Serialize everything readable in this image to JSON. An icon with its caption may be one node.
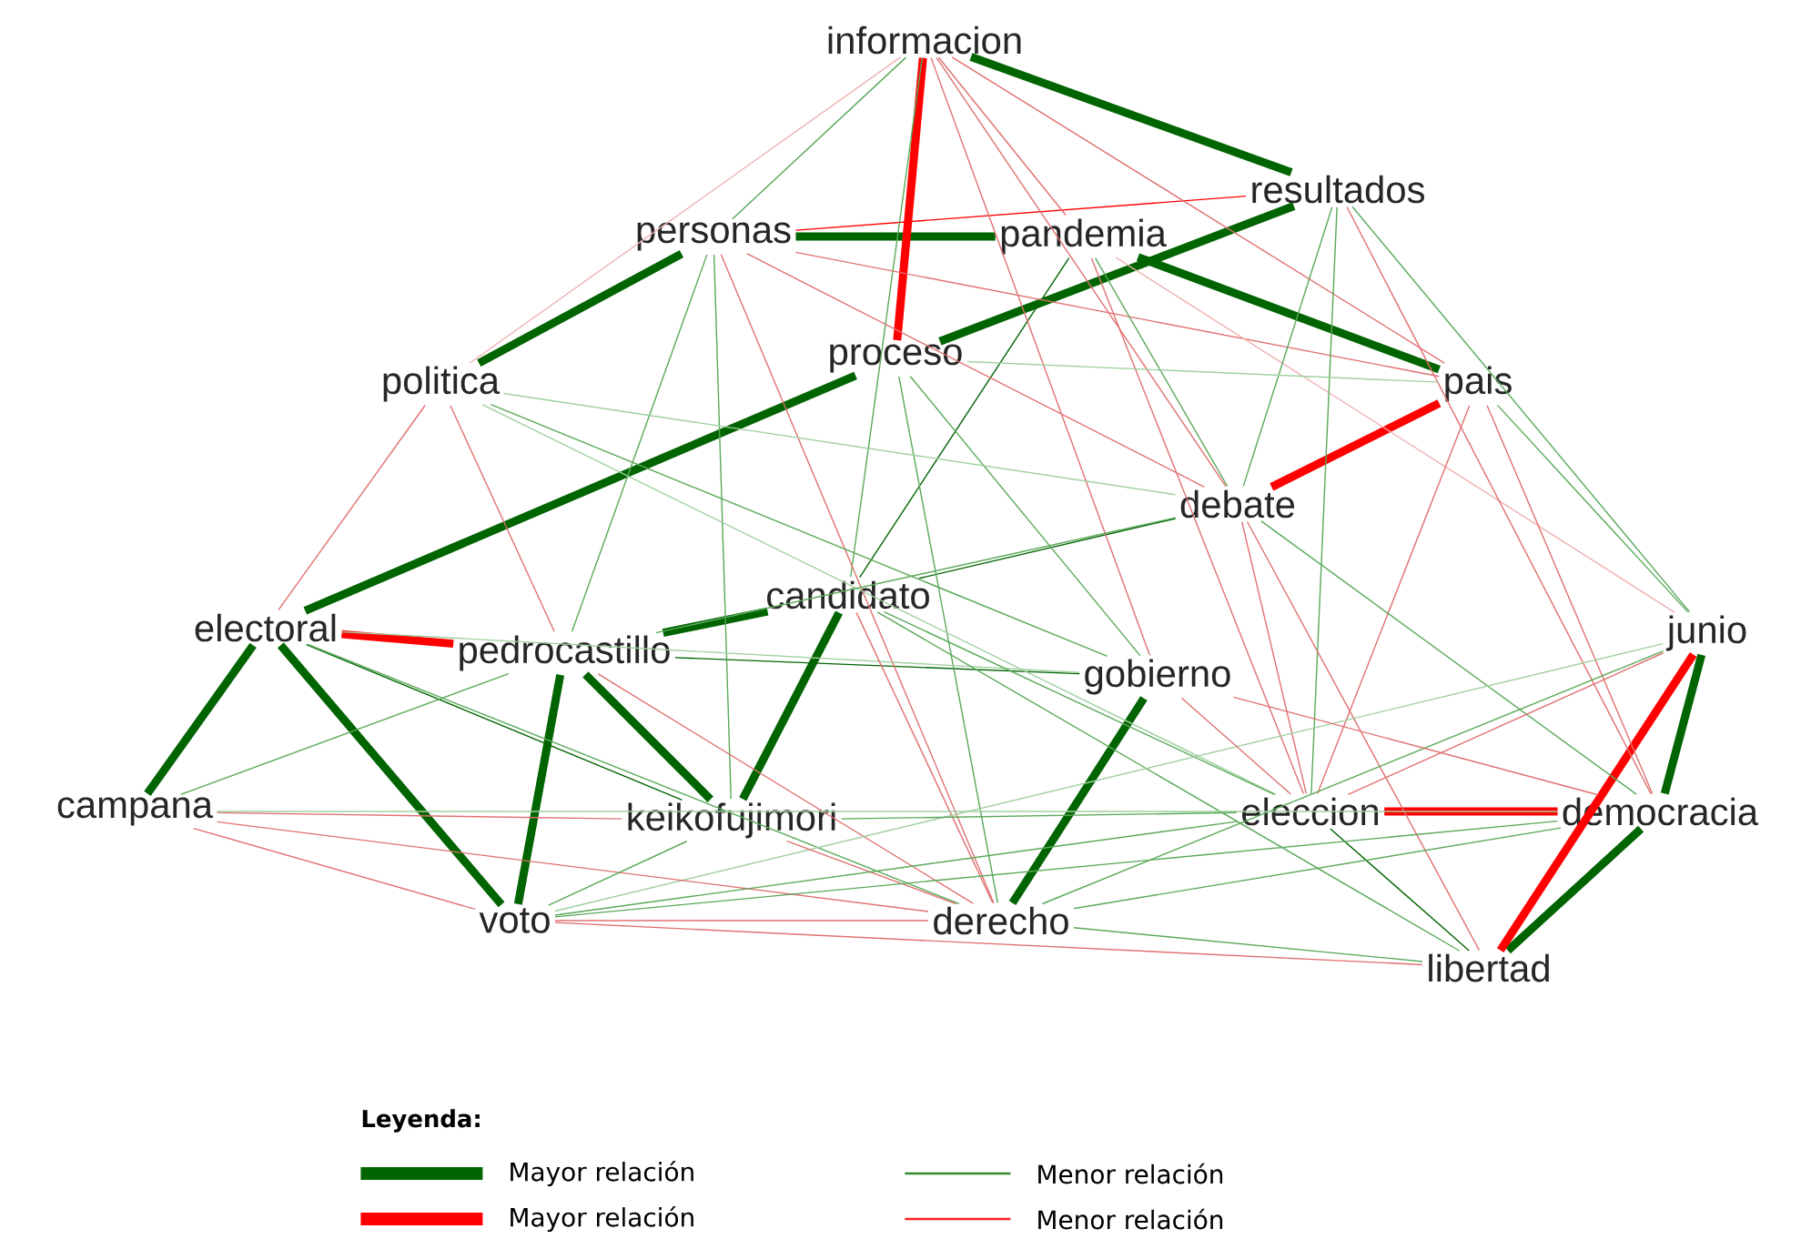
{
  "diagram": {
    "nodes": [
      {
        "text": [
          "informacion"
        ]
      },
      {
        "text": [
          "resultados"
        ]
      },
      {
        "text": [
          "personas"
        ]
      },
      {
        "text": [
          "pandemia"
        ]
      },
      {
        "text": [
          "proceso"
        ]
      },
      {
        "text": [
          "politica"
        ]
      },
      {
        "text": [
          "pais"
        ]
      },
      {
        "text": [
          "debate"
        ]
      },
      {
        "text": [
          "electoral"
        ]
      },
      {
        "text": [
          "candidato"
        ]
      },
      {
        "text": [
          "pedrocastillo"
        ]
      },
      {
        "text": [
          "junio"
        ]
      },
      {
        "text": [
          "gobierno"
        ]
      },
      {
        "text": [
          "campana"
        ]
      },
      {
        "text": [
          "keikofujimori"
        ]
      },
      {
        "text": [
          "eleccion"
        ]
      },
      {
        "text": [
          "democracia"
        ]
      },
      {
        "text": [
          "voto"
        ]
      },
      {
        "text": [
          "derecho"
        ]
      },
      {
        "text": [
          "libertad"
        ]
      }
    ],
    "edges": [
      {
        "from": 0,
        "to": 1,
        "arrow": "none",
        "style": "thick",
        "color": "#006400"
      },
      {
        "from": 2,
        "to": 3,
        "arrow": "none",
        "style": "thick",
        "color": "#006400"
      },
      {
        "from": 1,
        "to": 4,
        "arrow": "none",
        "style": "thick",
        "color": "#006400"
      },
      {
        "from": 3,
        "to": 6,
        "arrow": "none",
        "style": "thick",
        "color": "#006400"
      },
      {
        "from": 2,
        "to": 5,
        "arrow": "none",
        "style": "thick",
        "color": "#006400"
      },
      {
        "from": 4,
        "to": 8,
        "arrow": "none",
        "style": "thick",
        "color": "#006400"
      },
      {
        "from": 9,
        "to": 10,
        "arrow": "none",
        "style": "thick",
        "color": "#006400"
      },
      {
        "from": 9,
        "to": 14,
        "arrow": "none",
        "style": "thick",
        "color": "#006400"
      },
      {
        "from": 10,
        "to": 17,
        "arrow": "none",
        "style": "thick",
        "color": "#006400"
      },
      {
        "from": 10,
        "to": 14,
        "arrow": "none",
        "style": "thick",
        "color": "#006400"
      },
      {
        "from": 8,
        "to": 13,
        "arrow": "none",
        "style": "thick",
        "color": "#006400"
      },
      {
        "from": 8,
        "to": 17,
        "arrow": "none",
        "style": "thick",
        "color": "#006400"
      },
      {
        "from": 12,
        "to": 18,
        "arrow": "none",
        "style": "thick",
        "color": "#006400"
      },
      {
        "from": 16,
        "to": 19,
        "arrow": "none",
        "style": "thick",
        "color": "#006400"
      },
      {
        "from": 11,
        "to": 16,
        "arrow": "none",
        "style": "thick",
        "color": "#006400"
      },
      {
        "from": 0,
        "to": 4,
        "arrow": "none",
        "style": "thick",
        "color": "#ff0000"
      },
      {
        "from": 2,
        "to": 1,
        "arrow": "none",
        "color": "#ff0000"
      },
      {
        "from": 6,
        "to": 7,
        "arrow": "none",
        "style": "thick",
        "color": "#ff0000"
      },
      {
        "from": 8,
        "to": 10,
        "arrow": "none",
        "style": "thick",
        "color": "#ff0000"
      },
      {
        "from": 15,
        "to": 16,
        "arrow": "none",
        "style": "thick",
        "color": "#ff0000"
      },
      {
        "from": 11,
        "to": 19,
        "arrow": "none",
        "style": "thick",
        "color": "#ff0000"
      },
      {
        "from": 9,
        "to": 7,
        "arrow": "none",
        "color": "#006400"
      },
      {
        "from": 10,
        "to": 12,
        "arrow": "none",
        "color": "#006400"
      },
      {
        "from": 15,
        "to": 19,
        "arrow": "none",
        "color": "#006400"
      },
      {
        "from": 8,
        "to": 14,
        "arrow": "none",
        "color": "#006400"
      },
      {
        "from": 3,
        "to": 9,
        "arrow": "none",
        "color": "#006400"
      },
      {
        "from": 0,
        "to": 2,
        "arrow": "none",
        "color": "#5aa95a"
      },
      {
        "from": 0,
        "to": 3,
        "arrow": "none",
        "color": "#e07070"
      },
      {
        "from": 0,
        "to": 7,
        "arrow": "none",
        "color": "#e07070"
      },
      {
        "from": 0,
        "to": 6,
        "arrow": "none",
        "color": "#e07070"
      },
      {
        "from": 0,
        "to": 5,
        "arrow": "none",
        "color": "#f0b0b0"
      },
      {
        "from": 0,
        "to": 9,
        "arrow": "none",
        "color": "#5aa95a"
      },
      {
        "from": 0,
        "to": 12,
        "arrow": "none",
        "color": "#e07070"
      },
      {
        "from": 2,
        "to": 14,
        "arrow": "none",
        "color": "#5aa95a"
      },
      {
        "from": 2,
        "to": 10,
        "arrow": "none",
        "color": "#5aa95a"
      },
      {
        "from": 2,
        "to": 7,
        "arrow": "none",
        "color": "#e07070"
      },
      {
        "from": 2,
        "to": 6,
        "arrow": "none",
        "color": "#e07070"
      },
      {
        "from": 2,
        "to": 18,
        "arrow": "none",
        "color": "#e07070"
      },
      {
        "from": 3,
        "to": 7,
        "arrow": "none",
        "color": "#5aa95a"
      },
      {
        "from": 3,
        "to": 15,
        "arrow": "none",
        "color": "#e07070"
      },
      {
        "from": 3,
        "to": 11,
        "arrow": "none",
        "color": "#f0b0b0"
      },
      {
        "from": 1,
        "to": 7,
        "arrow": "none",
        "color": "#5aa95a"
      },
      {
        "from": 1,
        "to": 11,
        "arrow": "none",
        "color": "#5aa95a"
      },
      {
        "from": 1,
        "to": 15,
        "arrow": "none",
        "color": "#5aa95a"
      },
      {
        "from": 1,
        "to": 16,
        "arrow": "none",
        "color": "#e07070"
      },
      {
        "from": 4,
        "to": 18,
        "arrow": "none",
        "color": "#5aa95a"
      },
      {
        "from": 4,
        "to": 12,
        "arrow": "none",
        "color": "#5aa95a"
      },
      {
        "from": 4,
        "to": 6,
        "arrow": "none",
        "color": "#a0d0a0"
      },
      {
        "from": 5,
        "to": 8,
        "arrow": "none",
        "color": "#e07070"
      },
      {
        "from": 5,
        "to": 10,
        "arrow": "none",
        "color": "#e07070"
      },
      {
        "from": 5,
        "to": 12,
        "arrow": "none",
        "color": "#5aa95a"
      },
      {
        "from": 5,
        "to": 15,
        "arrow": "none",
        "color": "#a0d0a0"
      },
      {
        "from": 5,
        "to": 7,
        "arrow": "none",
        "color": "#a0d0a0"
      },
      {
        "from": 6,
        "to": 11,
        "arrow": "none",
        "color": "#5aa95a"
      },
      {
        "from": 6,
        "to": 16,
        "arrow": "none",
        "color": "#e07070"
      },
      {
        "from": 6,
        "to": 15,
        "arrow": "none",
        "color": "#e07070"
      },
      {
        "from": 7,
        "to": 10,
        "arrow": "none",
        "color": "#5aa95a"
      },
      {
        "from": 7,
        "to": 15,
        "arrow": "none",
        "color": "#e07070"
      },
      {
        "from": 7,
        "to": 16,
        "arrow": "none",
        "color": "#5aa95a"
      },
      {
        "from": 7,
        "to": 19,
        "arrow": "none",
        "color": "#e07070"
      },
      {
        "from": 8,
        "to": 18,
        "arrow": "none",
        "color": "#5aa95a"
      },
      {
        "from": 8,
        "to": 12,
        "arrow": "none",
        "color": "#a0d0a0"
      },
      {
        "from": 9,
        "to": 18,
        "arrow": "none",
        "color": "#e07070"
      },
      {
        "from": 9,
        "to": 15,
        "arrow": "none",
        "color": "#5aa95a"
      },
      {
        "from": 9,
        "to": 19,
        "arrow": "none",
        "color": "#5aa95a"
      },
      {
        "from": 10,
        "to": 18,
        "arrow": "none",
        "color": "#e07070"
      },
      {
        "from": 11,
        "to": 15,
        "arrow": "none",
        "color": "#e07070"
      },
      {
        "from": 11,
        "to": 18,
        "arrow": "none",
        "color": "#5aa95a"
      },
      {
        "from": 11,
        "to": 17,
        "arrow": "none",
        "color": "#a0d0a0"
      },
      {
        "from": 12,
        "to": 15,
        "arrow": "none",
        "color": "#e07070"
      },
      {
        "from": 12,
        "to": 16,
        "arrow": "none",
        "color": "#e07070"
      },
      {
        "from": 13,
        "to": 14,
        "arrow": "none",
        "color": "#e07070"
      },
      {
        "from": 13,
        "to": 17,
        "arrow": "none",
        "color": "#e07070"
      },
      {
        "from": 13,
        "to": 18,
        "arrow": "none",
        "color": "#e07070"
      },
      {
        "from": 13,
        "to": 10,
        "arrow": "none",
        "color": "#5aa95a"
      },
      {
        "from": 13,
        "to": 16,
        "arrow": "none",
        "color": "#a0d0a0"
      },
      {
        "from": 14,
        "to": 18,
        "arrow": "none",
        "color": "#e07070"
      },
      {
        "from": 14,
        "to": 17,
        "arrow": "none",
        "color": "#5aa95a"
      },
      {
        "from": 14,
        "to": 15,
        "arrow": "none",
        "color": "#5aa95a"
      },
      {
        "from": 15,
        "to": 17,
        "arrow": "none",
        "color": "#5aa95a"
      },
      {
        "from": 17,
        "to": 18,
        "arrow": "none",
        "color": "#e07070"
      },
      {
        "from": 17,
        "to": 16,
        "arrow": "none",
        "color": "#5aa95a"
      },
      {
        "from": 17,
        "to": 19,
        "arrow": "none",
        "color": "#e07070"
      },
      {
        "from": 18,
        "to": 19,
        "arrow": "none",
        "color": "#5aa95a"
      },
      {
        "from": 18,
        "to": 16,
        "arrow": "none",
        "color": "#5aa95a"
      }
    ],
    "labels": [
      "Leyenda:"
    ],
    "legend": [
      {
        "text": "Mayor relación",
        "color": "#006400"
      },
      {
        "text": "Mayor relación",
        "color": "#ff0000"
      },
      {
        "text": "Menor relación",
        "color": "#2e8b2e"
      },
      {
        "text": "Menor relación",
        "color": "#ff2020"
      }
    ]
  }
}
